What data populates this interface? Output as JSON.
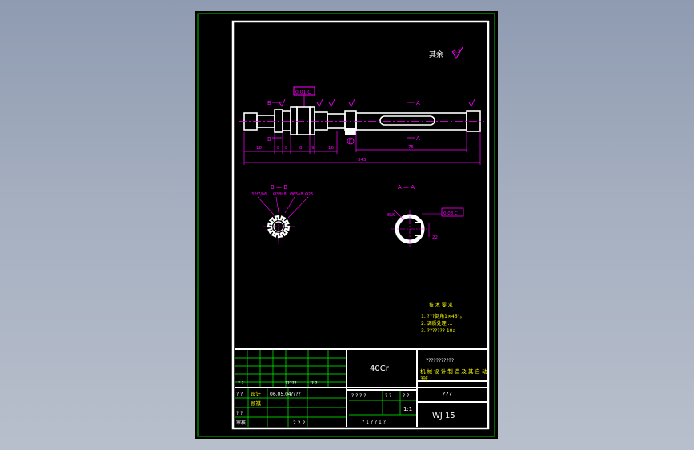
{
  "colors": {
    "background": "#000000",
    "sheet_border": "#00c800",
    "frame": "#ffffff",
    "annotation": "#ff00ff",
    "table_lines": "#00ff00",
    "text_white": "#ffffff"
  },
  "roughness_note": "其余",
  "roughness_value": "6.3",
  "geometric_tolerance": "0.01 C",
  "section_labels": {
    "b_left": "B",
    "b_right": "B",
    "a_top": "A",
    "a_bottom": "A",
    "section_bb": "B — B",
    "section_aa": "A — A",
    "datum_c": "C"
  },
  "dimensions": {
    "segments": [
      "18",
      "8",
      "8",
      "8",
      "9",
      "16"
    ],
    "keyway_length": "75",
    "total_length": "343"
  },
  "section_bb_labels": [
    "32f7/h6",
    "Ø38h8",
    "Ø65e8",
    "Ø25"
  ],
  "section_aa_labels": [
    "8N9",
    "0.08 C",
    "22"
  ],
  "tech_requirements": {
    "heading": "技 术 要 求",
    "line1": "1. ???倒角1×45°。",
    "line2": "2. 调质处理 ...",
    "line3": "3. ??????? 10a"
  },
  "title_block": {
    "material": "40Cr",
    "institute_line1": "???????????",
    "institute_line2": "机 械 设 计 制 造 及 其 自 动",
    "institute_line3": "3班",
    "part_name": "???",
    "drawing_number": "WJ 15",
    "designer_label": "设计",
    "designer_name": "顾祺",
    "date": "06.05.04",
    "reviewer": "????",
    "checker_label": "审核",
    "standardization": "2 2 2",
    "stage_mark": "? ? ? ?",
    "weight_label": "? ?",
    "scale_label": "? ?",
    "scale_value": "1:1",
    "sheet_info": "? 1 ? ? 1 ?",
    "row_label_1": "? ?",
    "row_label_2": "? ?",
    "row_label_3": "? ?",
    "row_label_4": "? ?",
    "approval_code": "?????"
  }
}
